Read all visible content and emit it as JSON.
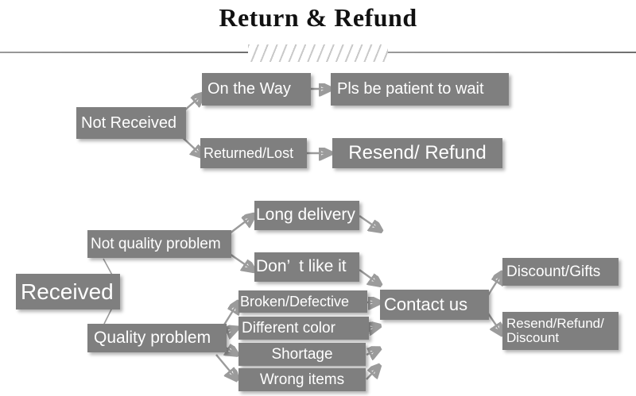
{
  "header": {
    "title": "Return & Refund",
    "divider_icon": "diagonal-hatch-divider"
  },
  "palette": {
    "box_fill": "#7f7f7f",
    "box_text": "#ffffff",
    "arrow": "#9b9b9b",
    "title_text": "#111111",
    "background": "#ffffff"
  },
  "flow": {
    "not_received": {
      "label": "Not Received",
      "branches": {
        "on_the_way": {
          "label": "On the Way",
          "result": "Pls be patient to wait"
        },
        "returned_lost": {
          "label": "Returned/Lost",
          "result": "Resend/ Refund"
        }
      }
    },
    "received": {
      "label": "Received",
      "branches": {
        "not_quality_problem": {
          "label": "Not quality problem",
          "reasons": [
            "Long delivery",
            "Don’  t like it"
          ]
        },
        "quality_problem": {
          "label": "Quality problem",
          "reasons": [
            "Broken/Defective",
            "Different color",
            "Shortage",
            "Wrong items"
          ]
        }
      },
      "action": {
        "label": "Contact us",
        "outcomes": [
          "Discount/Gifts",
          "Resend/Refund/\nDiscount"
        ]
      }
    }
  }
}
